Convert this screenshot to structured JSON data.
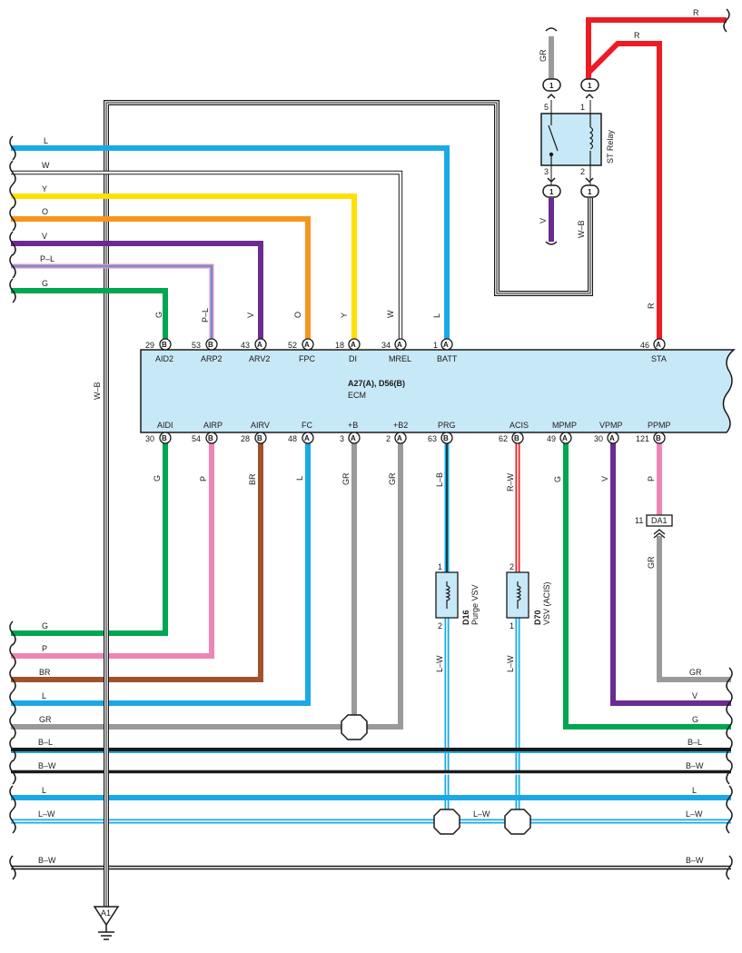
{
  "colors": {
    "L": "#1aa9e6",
    "W": "#ffffff",
    "Y": "#ffe000",
    "O": "#f7941d",
    "V": "#6a2c91",
    "P": "#ef85b7",
    "G": "#00a651",
    "BR": "#a0522d",
    "GR": "#9a9a9a",
    "R": "#ed1c24",
    "B": "#1a1a1a",
    "ecm_fill": "#c7e8f7"
  },
  "ecm": {
    "ref": "A27(A), D56(B)",
    "name": "ECM"
  },
  "top_pins": [
    {
      "id": "aid2",
      "signal": "AID2",
      "pin": "29",
      "conn": "B",
      "wire": "G"
    },
    {
      "id": "arp2",
      "signal": "ARP2",
      "pin": "53",
      "conn": "B",
      "wire": "P–L"
    },
    {
      "id": "arv2",
      "signal": "ARV2",
      "pin": "43",
      "conn": "A",
      "wire": "V"
    },
    {
      "id": "fpc",
      "signal": "FPC",
      "pin": "52",
      "conn": "A",
      "wire": "O"
    },
    {
      "id": "di",
      "signal": "DI",
      "pin": "18",
      "conn": "A",
      "wire": "Y"
    },
    {
      "id": "mrel",
      "signal": "MREL",
      "pin": "34",
      "conn": "A",
      "wire": "W"
    },
    {
      "id": "batt",
      "signal": "BATT",
      "pin": "1",
      "conn": "A",
      "wire": "L"
    },
    {
      "id": "sta",
      "signal": "STA",
      "pin": "46",
      "conn": "A",
      "wire": "R"
    }
  ],
  "bottom_pins": [
    {
      "id": "aidi",
      "signal": "AIDI",
      "pin": "30",
      "conn": "B",
      "wire": "G"
    },
    {
      "id": "airp",
      "signal": "AIRP",
      "pin": "54",
      "conn": "B",
      "wire": "P"
    },
    {
      "id": "airv",
      "signal": "AIRV",
      "pin": "28",
      "conn": "B",
      "wire": "BR"
    },
    {
      "id": "fc",
      "signal": "FC",
      "pin": "48",
      "conn": "A",
      "wire": "L"
    },
    {
      "id": "pb",
      "signal": "+B",
      "pin": "3",
      "conn": "A",
      "wire": "GR"
    },
    {
      "id": "pb2",
      "signal": "+B2",
      "pin": "2",
      "conn": "A",
      "wire": "GR"
    },
    {
      "id": "prg",
      "signal": "PRG",
      "pin": "63",
      "conn": "B",
      "wire": "L–B"
    },
    {
      "id": "acis",
      "signal": "ACIS",
      "pin": "62",
      "conn": "B",
      "wire": "R–W"
    },
    {
      "id": "mpmp",
      "signal": "MPMP",
      "pin": "49",
      "conn": "A",
      "wire": "G"
    },
    {
      "id": "vpmp",
      "signal": "VPMP",
      "pin": "30",
      "conn": "A",
      "wire": "V"
    },
    {
      "id": "ppmp",
      "signal": "PPMP",
      "pin": "121",
      "conn": "B",
      "wire": "P"
    }
  ],
  "left_wires_top": [
    "L",
    "W",
    "Y",
    "O",
    "V",
    "P–L",
    "G"
  ],
  "left_wires_bottom": [
    "G",
    "P",
    "BR",
    "L",
    "GR"
  ],
  "bus_wires": [
    "B–L",
    "B–W",
    "L",
    "L–W",
    "B–W"
  ],
  "right_wires": [
    "GR",
    "V",
    "G"
  ],
  "st_relay": {
    "name": "ST Relay",
    "connector": "1",
    "pins": {
      "p5": "5",
      "p1": "1",
      "p3": "3",
      "p2": "2"
    },
    "wires": {
      "in_left": "GR",
      "out_left": "V",
      "out_right": "W–B",
      "in_right": "R",
      "top1": "R",
      "top2": "R"
    }
  },
  "d16": {
    "ref": "D16",
    "name": "Purge VSV",
    "pin_top": "1",
    "pin_bottom": "2",
    "wire_bottom": "L–W"
  },
  "d70": {
    "ref": "D70",
    "name": "VSV (ACIS)",
    "pin_top": "2",
    "pin_bottom": "1",
    "wire_bottom": "L–W"
  },
  "da1": {
    "ref": "DA1",
    "pin": "11",
    "wire": "GR"
  },
  "ground": {
    "ref": "A1",
    "wire": "W–B"
  },
  "junction_label": "L–W"
}
